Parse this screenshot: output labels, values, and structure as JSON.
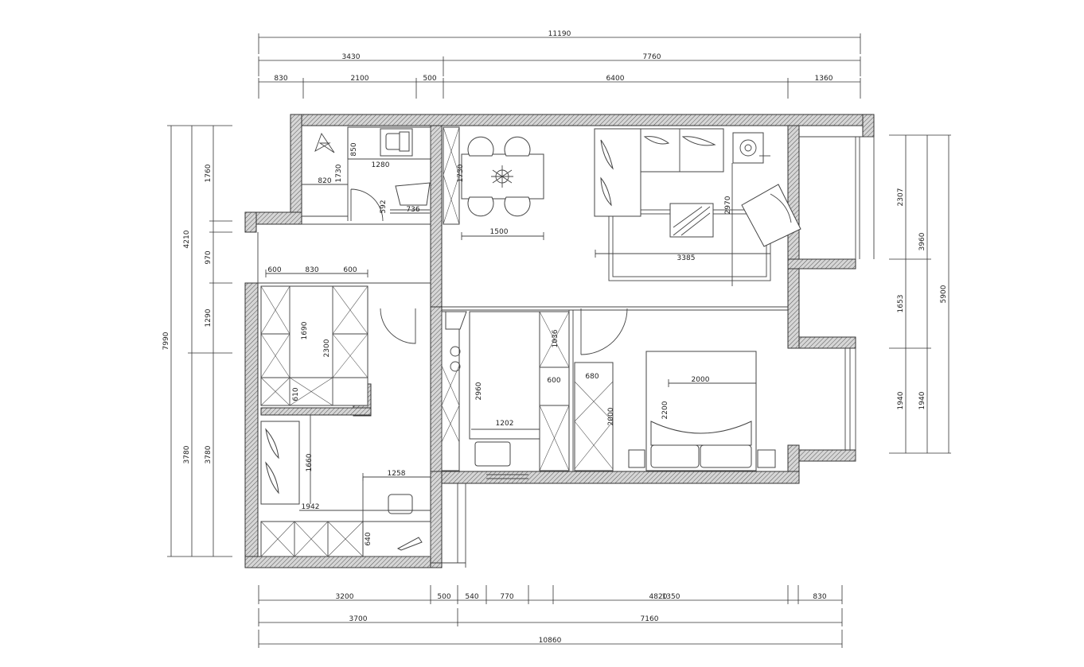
{
  "dimensions": {
    "top_overall": "11190",
    "top_segments_row2": [
      "3430",
      "7760"
    ],
    "top_segments_row3": [
      "830",
      "2100",
      "500",
      "6400",
      "1360"
    ],
    "bottom_segments_row1": [
      "3200",
      "500",
      "540",
      "770",
      "4820",
      "1350",
      "830"
    ],
    "bottom_segments_row2": [
      "3700",
      "7160"
    ],
    "bottom_overall": "10860",
    "left_overall": "7990",
    "left_col2": [
      "4210",
      "3780"
    ],
    "left_col3": [
      "1760",
      "970",
      "1290",
      "3780"
    ],
    "right_col1": [
      "2307",
      "1653",
      "1940"
    ],
    "right_col2": [
      "3960",
      "1940"
    ],
    "right_overall": "5900"
  },
  "room_labels": {
    "bath_850": "850",
    "bath_1280": "1280",
    "bath_1730": "1730",
    "bath_820": "820",
    "bath_736": "736",
    "bath_592": "592",
    "dining_1730": "1730",
    "dining_1500": "1500",
    "living_2970": "2970",
    "living_3385": "3385",
    "wardrobe_600a": "600",
    "wardrobe_830": "830",
    "wardrobe_600b": "600",
    "wardrobe_1690": "1690",
    "wardrobe_2300": "2300",
    "wardrobe_610": "610",
    "study_1660": "1660",
    "study_1258": "1258",
    "study_1942": "1942",
    "study_640": "640",
    "kitchen_2960": "2960",
    "kitchen_1202": "1202",
    "kitchen_1036": "1036",
    "kitchen_600": "600",
    "bed_680": "680",
    "bed_2000v": "2000",
    "bed_2000h": "2000",
    "bed_2200": "2200"
  }
}
